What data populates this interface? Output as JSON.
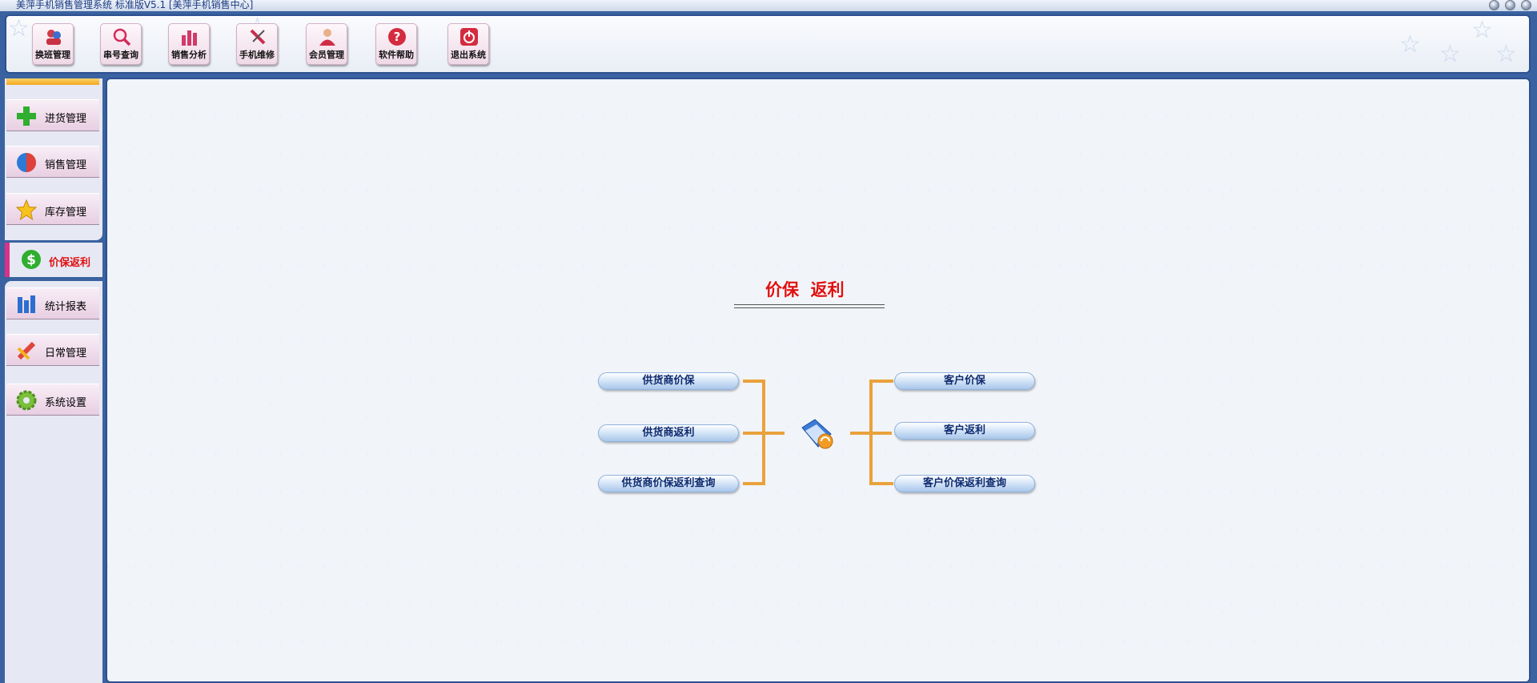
{
  "window": {
    "title": "美萍手机销售管理系统 标准版V5.1 [美萍手机销售中心]"
  },
  "toolbar": {
    "buttons": [
      {
        "label": "换班管理",
        "icon": "shift-change-icon"
      },
      {
        "label": "串号查询",
        "icon": "search-icon"
      },
      {
        "label": "销售分析",
        "icon": "bar-chart-icon"
      },
      {
        "label": "手机维修",
        "icon": "repair-tools-icon"
      },
      {
        "label": "会员管理",
        "icon": "member-icon"
      },
      {
        "label": "软件帮助",
        "icon": "help-icon"
      },
      {
        "label": "退出系统",
        "icon": "power-icon"
      }
    ]
  },
  "sidebar": {
    "items": [
      {
        "label": "进货管理",
        "icon": "plus-icon"
      },
      {
        "label": "销售管理",
        "icon": "globe-icon"
      },
      {
        "label": "库存管理",
        "icon": "star-icon"
      },
      {
        "label": "价保返利",
        "icon": "dollar-icon",
        "active": true
      },
      {
        "label": "统计报表",
        "icon": "report-bars-icon"
      },
      {
        "label": "日常管理",
        "icon": "pencil-icon"
      },
      {
        "label": "系统设置",
        "icon": "gear-icon"
      }
    ]
  },
  "main": {
    "title": "价保  返利",
    "left_buttons": [
      "供货商价保",
      "供货商返利",
      "供货商价保返利查询"
    ],
    "right_buttons": [
      "客户价保",
      "客户返利",
      "客户价保返利查询"
    ],
    "center_icon": "folder-refresh-icon"
  },
  "colors": {
    "frame": "#2d5090",
    "title_red": "#e01010",
    "bracket": "#e9a23b",
    "active_text": "#e01010"
  }
}
